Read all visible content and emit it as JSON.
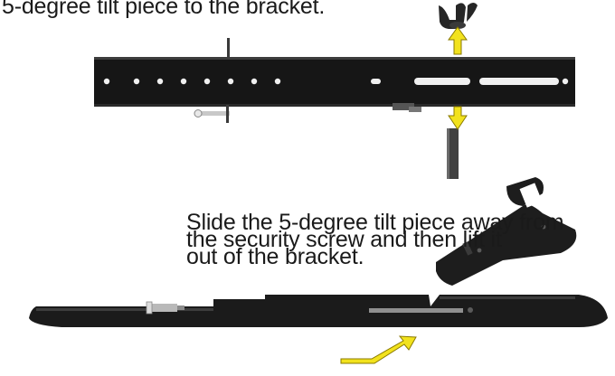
{
  "instructions": {
    "top_caption": "5-degree tilt piece to the bracket.",
    "bottom_caption_lines": [
      "Slide the 5-degree tilt piece away from",
      "the security screw and then lift it",
      "out of the bracket."
    ]
  },
  "icons": {
    "wing_nut": "wing-nut-icon",
    "arrow_up": "arrow-up-icon",
    "arrow_down": "arrow-down-icon",
    "arrow_diagonal": "arrow-up-right-icon"
  },
  "colors": {
    "arrow_fill": "#f2e21d",
    "arrow_stroke": "#8a7a00",
    "bracket": "#1a1a1a",
    "background": "#ffffff"
  }
}
